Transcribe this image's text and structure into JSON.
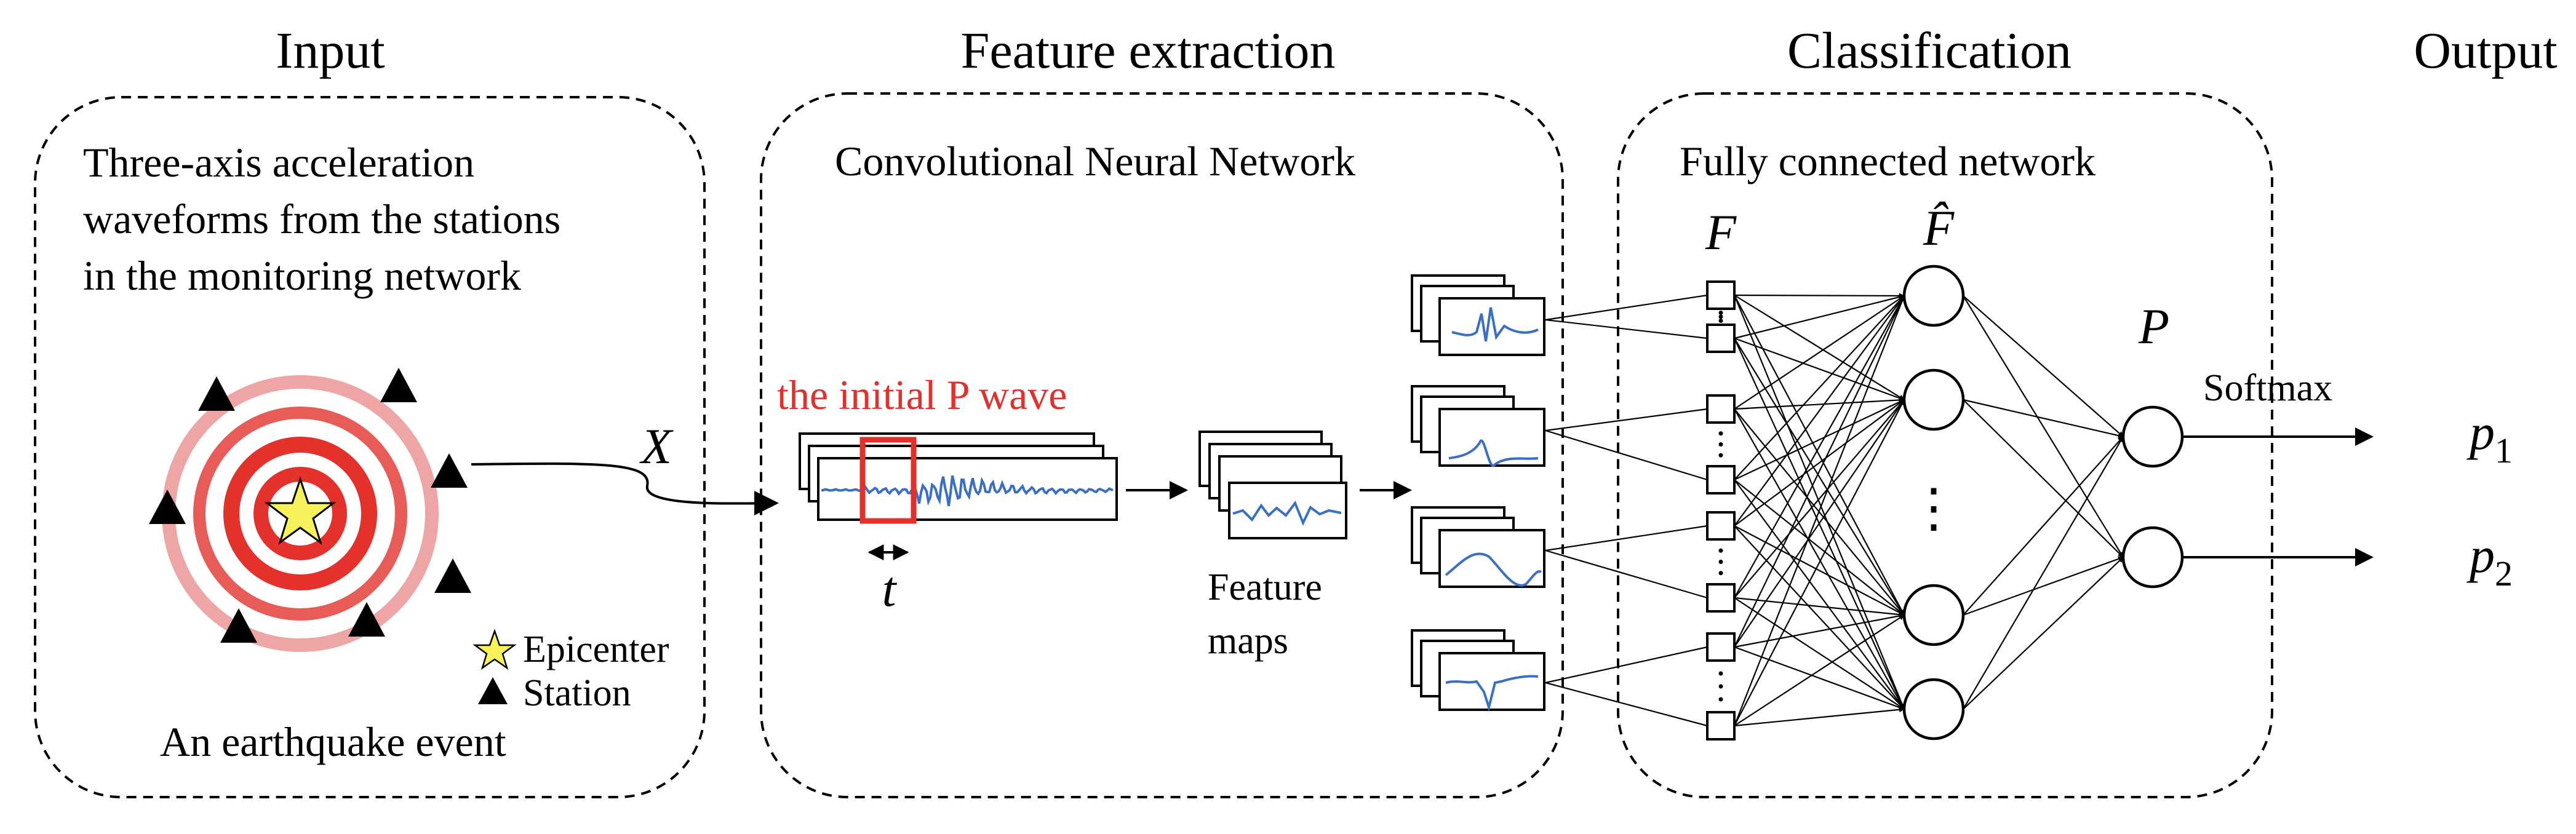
{
  "sections": {
    "input": "Input",
    "feature_extraction": "Feature extraction",
    "classification": "Classification",
    "output": "Output"
  },
  "input_panel": {
    "description_lines": [
      "Three-axis acceleration",
      "waveforms from the stations",
      "in the monitoring network"
    ],
    "legend": {
      "epicenter": "Epicenter",
      "station": "Station"
    },
    "caption": "An earthquake event",
    "arrow_label": "X"
  },
  "feature_panel": {
    "title": "Convolutional Neural Network",
    "p_wave_label": "the initial P wave",
    "window_label": "t",
    "feature_maps_lines": [
      "Feature",
      "maps"
    ]
  },
  "classification_panel": {
    "title": "Fully connected network",
    "layer_f": "F",
    "layer_f_hat": "F̂",
    "layer_p": "P",
    "softmax": "Softmax",
    "vertical_ellipsis": "⋮"
  },
  "output_panel": {
    "p1_base": "p",
    "p1_sub": "1",
    "p2_base": "p",
    "p2_sub": "2"
  },
  "colors": {
    "ring_dark": "#e5312c",
    "ring_light": "#eda5a5",
    "star": "#f7f25a",
    "waveform": "#3a6fc4",
    "p_window": "#e2302b"
  }
}
